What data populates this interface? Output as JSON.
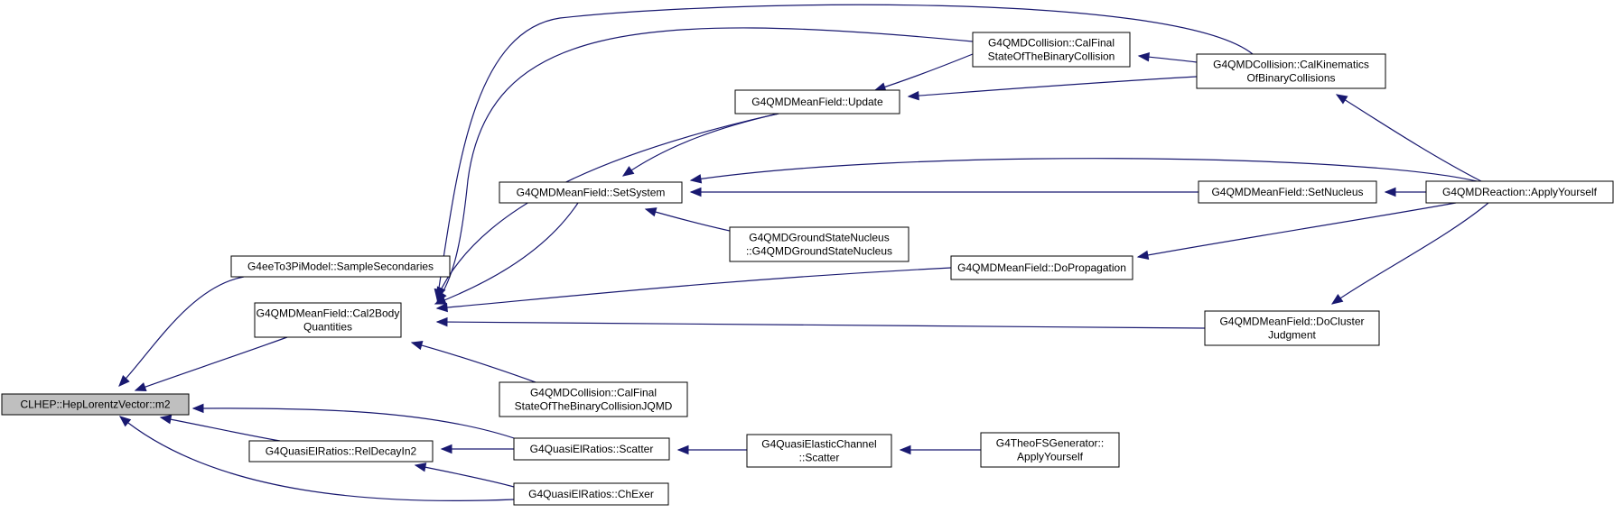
{
  "graph": {
    "title": "",
    "edge_color": "#191970",
    "root_fill": "#bfbfbf",
    "nodes": [
      {
        "id": "m2",
        "lines": [
          "CLHEP::HepLorentzVector::m2"
        ],
        "root": true
      },
      {
        "id": "ee3pi",
        "lines": [
          "G4eeTo3PiModel::SampleSecondaries"
        ]
      },
      {
        "id": "cal2body",
        "lines": [
          "G4QMDMeanField::Cal2Body",
          "Quantities"
        ]
      },
      {
        "id": "reldecay",
        "lines": [
          "G4QuasiElRatios::RelDecayIn2"
        ]
      },
      {
        "id": "setsystem",
        "lines": [
          "G4QMDMeanField::SetSystem"
        ]
      },
      {
        "id": "update",
        "lines": [
          "G4QMDMeanField::Update"
        ]
      },
      {
        "id": "calfinal",
        "lines": [
          "G4QMDCollision::CalFinal",
          "StateOfTheBinaryCollision"
        ]
      },
      {
        "id": "calkin",
        "lines": [
          "G4QMDCollision::CalKinematics",
          "OfBinaryCollisions"
        ]
      },
      {
        "id": "gsnucleus",
        "lines": [
          "G4QMDGroundStateNucleus",
          "::G4QMDGroundStateNucleus"
        ]
      },
      {
        "id": "dopropagation",
        "lines": [
          "G4QMDMeanField::DoPropagation"
        ]
      },
      {
        "id": "docluster",
        "lines": [
          "G4QMDMeanField::DoCluster",
          "Judgment"
        ]
      },
      {
        "id": "setnucleus",
        "lines": [
          "G4QMDMeanField::SetNucleus"
        ]
      },
      {
        "id": "applyyourself",
        "lines": [
          "G4QMDReaction::ApplyYourself"
        ]
      },
      {
        "id": "calfinaljqmd",
        "lines": [
          "G4QMDCollision::CalFinal",
          "StateOfTheBinaryCollisionJQMD"
        ]
      },
      {
        "id": "scatter",
        "lines": [
          "G4QuasiElRatios::Scatter"
        ]
      },
      {
        "id": "chexer",
        "lines": [
          "G4QuasiElRatios::ChExer"
        ]
      },
      {
        "id": "qechannel",
        "lines": [
          "G4QuasiElasticChannel",
          "::Scatter"
        ]
      },
      {
        "id": "theofs",
        "lines": [
          "G4TheoFSGenerator::",
          "ApplyYourself"
        ]
      }
    ],
    "edges": [
      {
        "from": "ee3pi",
        "to": "m2"
      },
      {
        "from": "cal2body",
        "to": "m2"
      },
      {
        "from": "reldecay",
        "to": "m2"
      },
      {
        "from": "scatter",
        "to": "m2"
      },
      {
        "from": "chexer",
        "to": "m2"
      },
      {
        "from": "setsystem",
        "to": "cal2body"
      },
      {
        "from": "update",
        "to": "cal2body"
      },
      {
        "from": "calfinal",
        "to": "cal2body"
      },
      {
        "from": "calkin",
        "to": "cal2body"
      },
      {
        "from": "dopropagation",
        "to": "cal2body"
      },
      {
        "from": "docluster",
        "to": "cal2body"
      },
      {
        "from": "calfinaljqmd",
        "to": "cal2body"
      },
      {
        "from": "scatter",
        "to": "reldecay"
      },
      {
        "from": "chexer",
        "to": "reldecay"
      },
      {
        "from": "qechannel",
        "to": "scatter"
      },
      {
        "from": "theofs",
        "to": "qechannel"
      },
      {
        "from": "update",
        "to": "setsystem"
      },
      {
        "from": "gsnucleus",
        "to": "setsystem"
      },
      {
        "from": "setnucleus",
        "to": "setsystem"
      },
      {
        "from": "applyyourself",
        "to": "setsystem"
      },
      {
        "from": "calfinal",
        "to": "update"
      },
      {
        "from": "calkin",
        "to": "update"
      },
      {
        "from": "calkin",
        "to": "calfinal"
      },
      {
        "from": "applyyourself",
        "to": "calkin"
      },
      {
        "from": "applyyourself",
        "to": "setnucleus"
      },
      {
        "from": "applyyourself",
        "to": "dopropagation"
      },
      {
        "from": "applyyourself",
        "to": "docluster"
      }
    ]
  }
}
